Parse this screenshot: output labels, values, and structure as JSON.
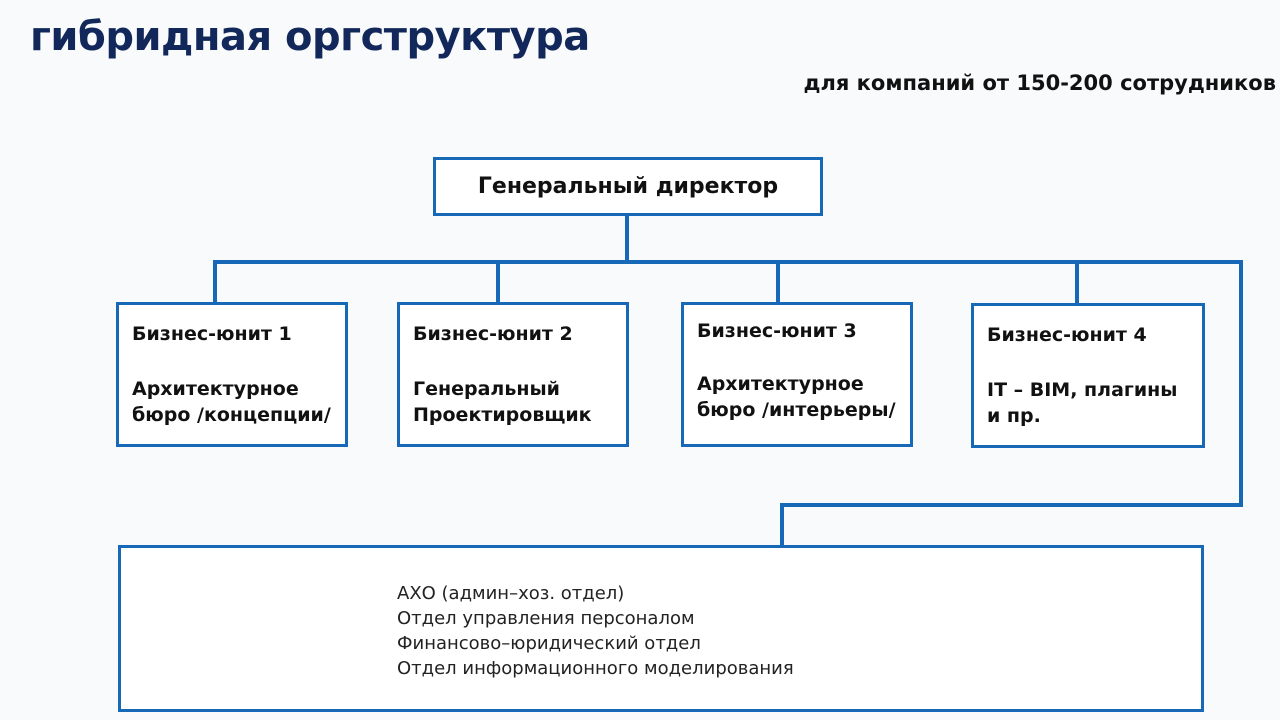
{
  "page": {
    "title": "гибридная оргструктура",
    "subtitle": "для компаний от 150-200 сотрудников"
  },
  "org_chart": {
    "root": {
      "label": "Генеральный директор"
    },
    "business_units": [
      {
        "number_label": "Бизнес-юнит 1",
        "description": "Архитектурное бюро /концепции/"
      },
      {
        "number_label": "Бизнес-юнит 2",
        "description": "Генеральный Проектировщик"
      },
      {
        "number_label": "Бизнес-юнит 3",
        "description": "Архитектурное бюро /интерьеры/"
      },
      {
        "number_label": "Бизнес-юнит 4",
        "description": "IT – BIM, плагины и пр."
      }
    ],
    "shared_departments": [
      "АХО (админ–хоз. отдел)",
      "Отдел управления персоналом",
      "Финансово–юридический отдел",
      "Отдел информационного моделирования"
    ]
  },
  "colors": {
    "title": "#13285a",
    "box_border": "#1769b8",
    "connector": "#1769b8",
    "background": "#f8fafc"
  }
}
